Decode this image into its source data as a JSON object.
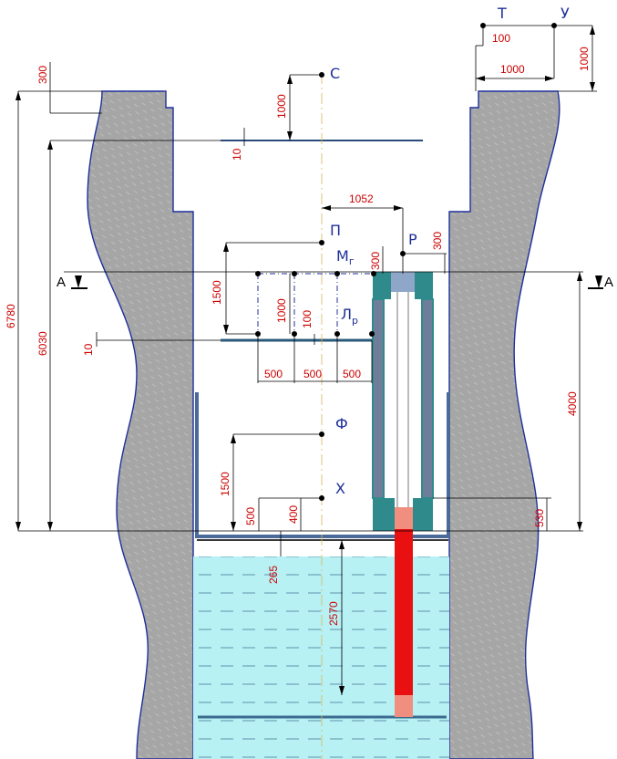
{
  "colors": {
    "wall_fill": "#a6a6a6",
    "wall_outline": "#1f2f9a",
    "water": "#b7f1f4",
    "dimension_text": "#cc0000",
    "point_labels": "#1d2f9a",
    "frame_teal": "#2f8b8b",
    "frame_steel": "#6e7e9a",
    "rod_red": "#e81010",
    "rod_pink": "#f08f80",
    "cap_blue": "#8ea6c8"
  },
  "points": {
    "C": "С",
    "P": "П",
    "M": "М",
    "M_sub": "г",
    "R": "Р",
    "L": "Л",
    "L_sub": "р",
    "F": "Ф",
    "X": "Х",
    "T": "Т",
    "U": "У"
  },
  "section_marks": {
    "left": "А",
    "right": "А"
  },
  "dimensions": {
    "d6780": "6780",
    "d6030": "6030",
    "d300_top": "300",
    "d1000_c": "1000",
    "d10_top": "10",
    "d100_t": "100",
    "d1000_tu": "1000",
    "d1000_u": "1000",
    "d1052": "1052",
    "d300_m": "300",
    "d300_r": "300",
    "d1500_p": "1500",
    "d1000_l": "1000",
    "d100_l": "100",
    "d10_l": "10",
    "d500_1": "500",
    "d500_2": "500",
    "d500_3": "500",
    "d4000": "4000",
    "d1500_f": "1500",
    "d500_x": "500",
    "d400_x": "400",
    "d530": "530",
    "d265": "265",
    "d2570": "2570"
  }
}
